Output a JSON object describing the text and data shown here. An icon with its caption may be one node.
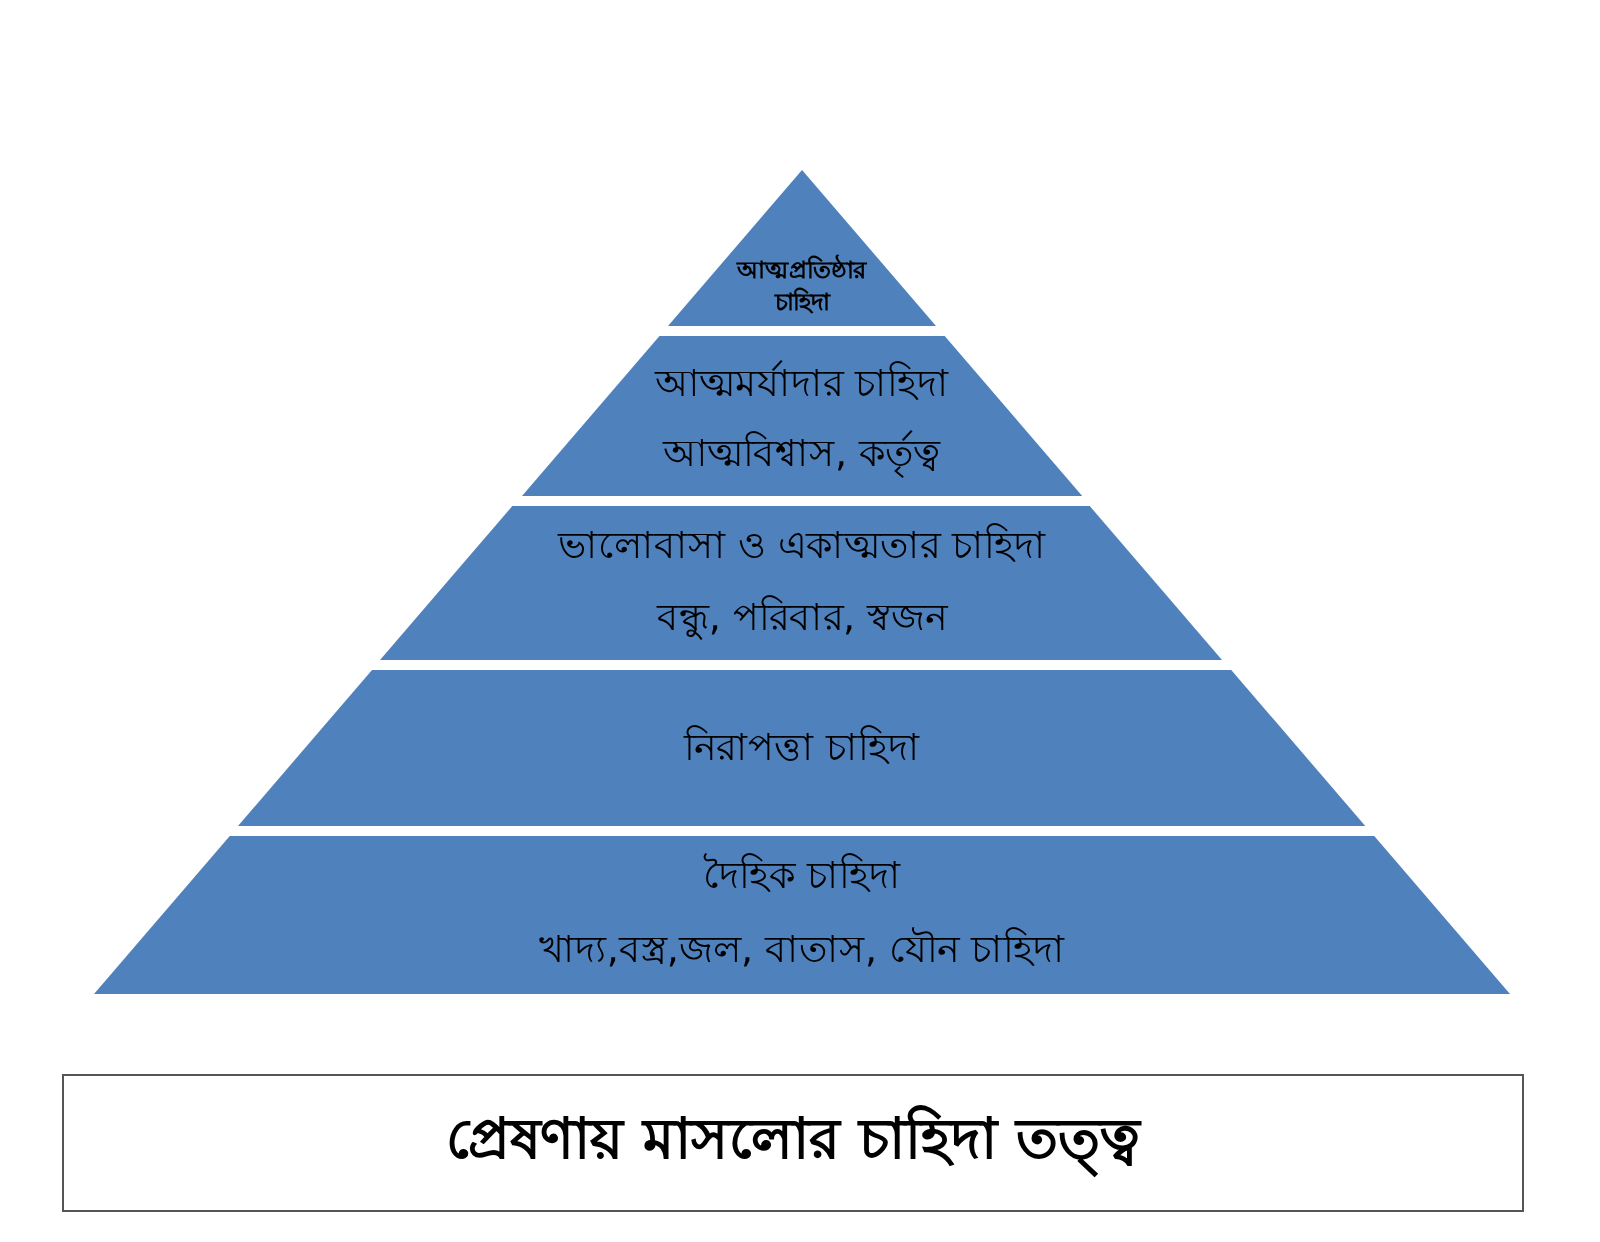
{
  "diagram": {
    "caption": "প্রেষণায় মাসলোর চাহিদা তত্ত্ব",
    "nodes": [
      {
        "text": [
          "আত্মপ্রতিষ্ঠার চাহিদা"
        ]
      },
      {
        "text": [
          "আত্মমর্যাদার চাহিদা",
          "আত্মবিশ্বাস, কর্তৃত্ব"
        ]
      },
      {
        "text": [
          "ভালোবাসা ও একাত্মতার চাহিদা",
          "বন্ধু, পরিবার, স্বজন"
        ]
      },
      {
        "text": [
          "নিরাপত্তা চাহিদা"
        ]
      },
      {
        "text": [
          "দৈহিক চাহিদা",
          "খাদ্য,বস্ত্র,জল, বাতাস, যৌন চাহিদা"
        ]
      }
    ],
    "edges": []
  }
}
